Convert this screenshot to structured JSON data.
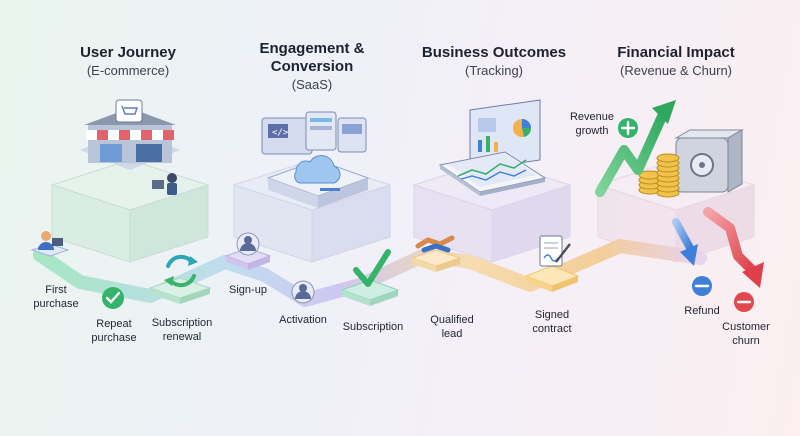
{
  "stages": [
    {
      "title_lines": [
        "User Journey"
      ],
      "subtitle": "(E-commerce)"
    },
    {
      "title_lines": [
        "Engagement &",
        "Conversion"
      ],
      "subtitle": "(SaaS)"
    },
    {
      "title_lines": [
        "Business Outcomes"
      ],
      "subtitle": "(Tracking)"
    },
    {
      "title_lines": [
        "Financial Impact"
      ],
      "subtitle": "(Revenue & Churn)"
    }
  ],
  "steps": {
    "first_purchase": [
      "First",
      "purchase"
    ],
    "repeat_purchase": [
      "Repeat",
      "purchase"
    ],
    "subscription_renewal": [
      "Subscription",
      "renewal"
    ],
    "sign_up": [
      "Sign-up"
    ],
    "activation": [
      "Activation"
    ],
    "subscription": [
      "Subscription"
    ],
    "qualified_lead": [
      "Qualified",
      "lead"
    ],
    "signed_contract": [
      "Signed",
      "contract"
    ],
    "revenue_growth": [
      "Revenue",
      "growth"
    ],
    "refund": [
      "Refund"
    ],
    "customer_churn": [
      "Customer",
      "churn"
    ]
  },
  "icons": {
    "store": "storefront-icon",
    "cloud": "cloud-server-icon",
    "dashboard": "laptop-dashboard-icon",
    "safe": "safe-coins-icon",
    "person": "person-icon",
    "check": "check-icon",
    "refresh": "refresh-icon",
    "handshake": "handshake-icon",
    "contract": "contract-icon",
    "plus": "plus-icon",
    "minus": "minus-icon"
  },
  "colors": {
    "green": "#34b36a",
    "teal": "#36b8a5",
    "purple": "#9a8ad8",
    "orange": "#f1b64a",
    "blue": "#3f7fd8",
    "red": "#e0484f"
  }
}
